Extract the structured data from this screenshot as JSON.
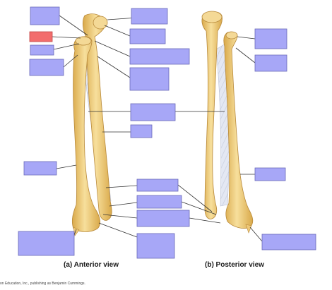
{
  "figure": {
    "caption_anterior": "(a) Anterior view",
    "caption_posterior": "(b) Posterior view",
    "credit": "on Education, Inc., publishing as Benjamin Cummings."
  },
  "colors": {
    "label_box": "#a7a7f7",
    "label_box_highlight": "#f26d6d",
    "bone": "#f3d58a",
    "bone_shadow": "#d9a94a",
    "membrane": "#dfe4f0",
    "leader_line": "#333333"
  },
  "label_boxes": {
    "count": 20,
    "highlighted_count": 1,
    "text": ""
  }
}
